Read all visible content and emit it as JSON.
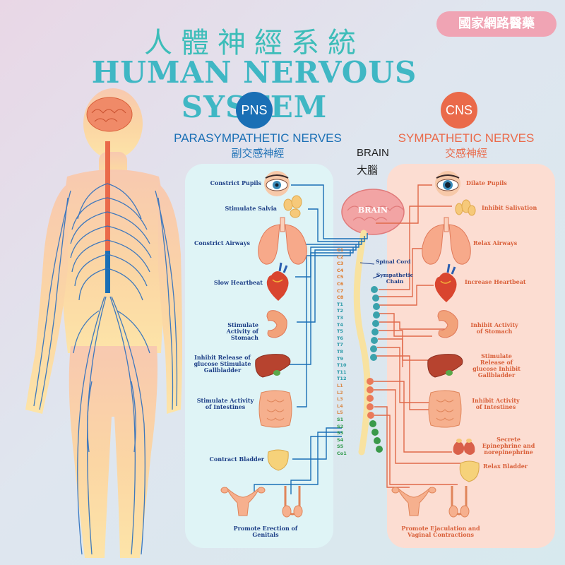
{
  "title_zh": "人體神經系統",
  "title_en": "HUMAN NERVOUS SYSTEM",
  "badge": "國家網路醫藥",
  "pns": {
    "label": "PNS",
    "heading": "PARASYMPATHETIC NERVES",
    "heading_zh": "副交感神經"
  },
  "cns": {
    "label": "CNS",
    "heading": "SYMPATHETIC NERVES",
    "heading_zh": "交感神經"
  },
  "brain": {
    "label": "BRAIN",
    "label_zh": "大腦",
    "organ_label": "BRAIN"
  },
  "spinal_cord": "Spinal Cord",
  "sympathetic_chain": "Sympathetic Chain",
  "left_labels": [
    "Constrict Pupils",
    "Stimulate Salvia",
    "Constrict Airways",
    "Slow Heartbeat",
    "Stimulate Activity of Stomach",
    "Inhibit Release of glucose Stimulate Gallbladder",
    "Stimulate Activity of Intestines",
    "Contract Bladder",
    "Promote Erection of Genitals"
  ],
  "right_labels": [
    "Dilate Pupils",
    "Inhibit Salivation",
    "Relax Airways",
    "Increase Heartbeat",
    "Inhibit Activity of Stomach",
    "Stimulate Release of glucose Inhibit Gallbladder",
    "Inhibit Activity of Intestines",
    "Secrete Epinephrine and norepinephrine",
    "Relax Bladder",
    "Promote Ejaculation and Vaginal Contractions"
  ],
  "vertebrae": [
    "C1",
    "C2",
    "C3",
    "C4",
    "C5",
    "C6",
    "C7",
    "C8",
    "T1",
    "T2",
    "T3",
    "T4",
    "T5",
    "T6",
    "T7",
    "T8",
    "T9",
    "T10",
    "T11",
    "T12",
    "L1",
    "L2",
    "L3",
    "L4",
    "L5",
    "S1",
    "S2",
    "S3",
    "S4",
    "S5",
    "Co1"
  ],
  "colors": {
    "pns": "#1a6fb5",
    "cns": "#ea6a4a",
    "teal": "#3dbdb9",
    "badge": "#f0a4b4",
    "cervical": "#e07a2a",
    "thoracic": "#2a9aa8",
    "lumbar": "#d98a4a",
    "sacral": "#2f9a4a"
  }
}
